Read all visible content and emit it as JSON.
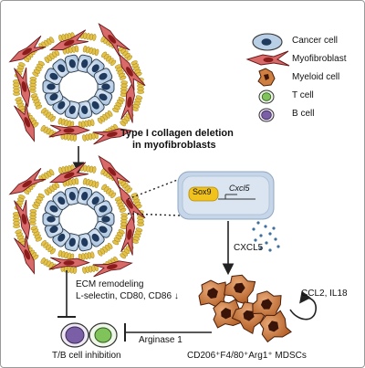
{
  "legend": {
    "cancer_cell": "Cancer cell",
    "myofibroblast": "Myofibroblast",
    "myeloid_cell": "Myeloid cell",
    "t_cell": "T cell",
    "b_cell": "B cell"
  },
  "step_label": {
    "line1": "Type I collagen deletion",
    "line2": "in myofibroblasts"
  },
  "nucleus_box": {
    "factor": "Sox9",
    "gene": "Cxcl5"
  },
  "cxcl5": "CXCL5",
  "ccl2_il18": "CCL2, IL18",
  "ecm": {
    "line1": "ECM remodeling",
    "line2": "L-selectin, CD80, CD86 ↓"
  },
  "arginase": "Arginase 1",
  "tb_inhibition": "T/B cell inhibition",
  "mdsc_label": "CD206⁺F4/80⁺Arg1⁺ MDSCs",
  "colors": {
    "cancer_fill": "#bcd3ea",
    "cancer_nucleus": "#1f3a5c",
    "myofibroblast": "#d96a6a",
    "myofibroblast_nucleus": "#8a1c1c",
    "collagen": "#e3c14a",
    "myeloid": "#cf7f3f",
    "myeloid_nucleus": "#3a1408",
    "t_cell": "#7fc35a",
    "b_cell": "#8a6fb3",
    "nucleus_box": "#cfdcea",
    "sox9": "#f0c419"
  }
}
